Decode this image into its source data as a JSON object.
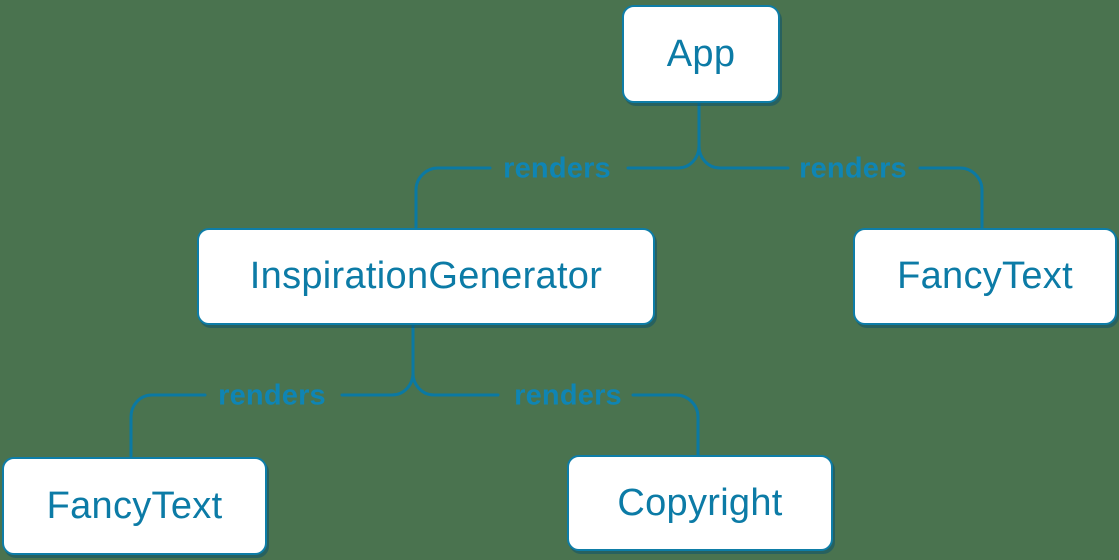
{
  "diagram": {
    "kind": "component-render-tree",
    "nodes": [
      {
        "id": "app",
        "label": "App"
      },
      {
        "id": "inspiration-generator",
        "label": "InspirationGenerator"
      },
      {
        "id": "fancy-text-right",
        "label": "FancyText"
      },
      {
        "id": "fancy-text-bottom",
        "label": "FancyText"
      },
      {
        "id": "copyright",
        "label": "Copyright"
      }
    ],
    "edges": [
      {
        "from": "App",
        "to": "InspirationGenerator",
        "label": "renders"
      },
      {
        "from": "App",
        "to": "FancyText",
        "label": "renders"
      },
      {
        "from": "InspirationGenerator",
        "to": "FancyText",
        "label": "renders"
      },
      {
        "from": "InspirationGenerator",
        "to": "Copyright",
        "label": "renders"
      }
    ],
    "colors": {
      "background": "#4a734f",
      "connector_stroke": "#0b79a3",
      "edge_label_text": "#0f85b4",
      "node_fill": "#ffffff",
      "node_border": "#0e7da7",
      "node_text": "#0c7ba6",
      "node_shadow": "#0d526c"
    }
  }
}
